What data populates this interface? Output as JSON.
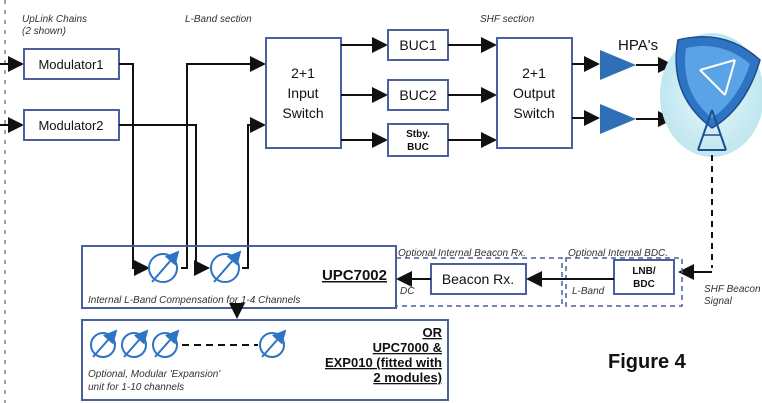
{
  "headers": {
    "uplink": [
      "UpLink Chains",
      "(2 shown)"
    ],
    "lband": "L-Band section",
    "shf": "SHF section"
  },
  "blocks": {
    "modulator1": "Modulator1",
    "modulator2": "Modulator2",
    "input_switch": [
      "2+1",
      "Input",
      "Switch"
    ],
    "buc1": "BUC1",
    "buc2": "BUC2",
    "stby_buc": [
      "Stby.",
      "BUC"
    ],
    "output_switch": [
      "2+1",
      "Output",
      "Switch"
    ],
    "hpas": "HPA's",
    "beacon_rx": "Beacon Rx.",
    "lnb_bdc": [
      "LNB/",
      "BDC"
    ]
  },
  "lower": {
    "upc_title": "UPC7002",
    "opt_beacon": "Optional Internal Beacon Rx.",
    "opt_bdc": "Optional Internal BDC.",
    "dc_label": "DC",
    "lband_label": "L-Band",
    "shf_beacon": [
      "SHF Beacon",
      "Signal"
    ],
    "internal_comp": "Internal L-Band Compensation for 1-4 Channels",
    "or_block": [
      "OR",
      "UPC7000 &",
      "EXP010 (fitted with",
      "2 modules)"
    ],
    "expansion_note": [
      "Optional, Modular 'Expansion'",
      "unit for 1-10 channels"
    ]
  },
  "figure_label": "Figure 4",
  "colors": {
    "box_border": "#4a5fa0",
    "line": "#111111",
    "hpa_fill": "#2f6fb6",
    "dish": "#2e74c4",
    "dish_glow": "#bfe6ef"
  }
}
